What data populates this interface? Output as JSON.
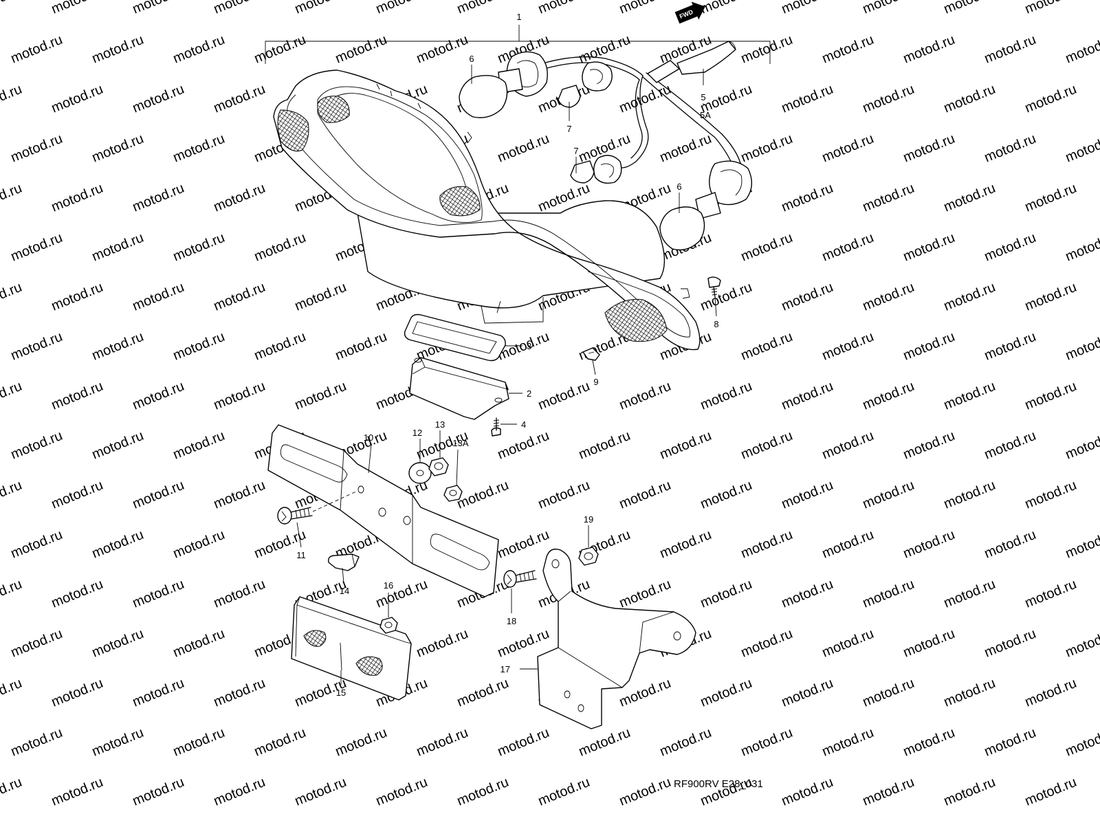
{
  "diagram": {
    "fwd_label": "FWD",
    "watermark": "motod.ru",
    "code": "RF900RV E28_031",
    "callouts": {
      "c1": "1",
      "c2": "2",
      "c3": "3",
      "c4": "4",
      "c5": "5",
      "c5a": "5A",
      "c6a": "6",
      "c6b": "6",
      "c7a": "7",
      "c7b": "7",
      "c8": "8",
      "c9": "9",
      "c10": "10",
      "c11": "11",
      "c12": "12",
      "c13": "13",
      "c13a": "13A",
      "c14": "14",
      "c15": "15",
      "c16": "16",
      "c17": "17",
      "c18": "18",
      "c19": "19"
    }
  }
}
